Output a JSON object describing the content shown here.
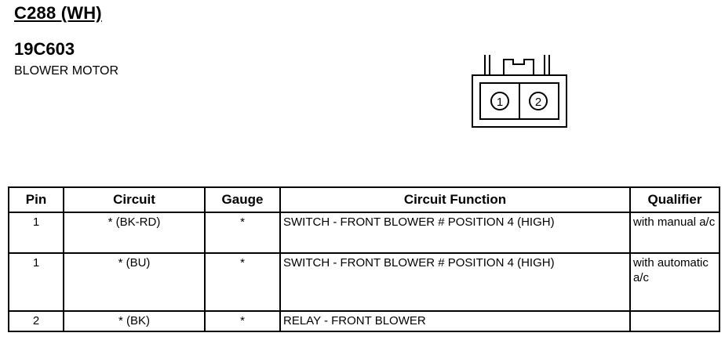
{
  "header": {
    "connector_id": "C288 (WH)",
    "component_id": "19C603",
    "component_name": "BLOWER MOTOR"
  },
  "diagram": {
    "pin_labels": [
      "1",
      "2"
    ]
  },
  "table": {
    "columns": [
      "Pin",
      "Circuit",
      "Gauge",
      "Circuit Function",
      "Qualifier"
    ],
    "rows": [
      {
        "pin": "1",
        "circuit": "* (BK-RD)",
        "gauge": "*",
        "function": "SWITCH - FRONT BLOWER # POSITION 4 (HIGH)",
        "qualifier": "with manual a/c"
      },
      {
        "pin": "1",
        "circuit": "* (BU)",
        "gauge": "*",
        "function": "SWITCH - FRONT BLOWER # POSITION 4 (HIGH)",
        "qualifier": "with automatic a/c"
      },
      {
        "pin": "2",
        "circuit": "* (BK)",
        "gauge": "*",
        "function": "RELAY - FRONT BLOWER",
        "qualifier": ""
      }
    ]
  }
}
